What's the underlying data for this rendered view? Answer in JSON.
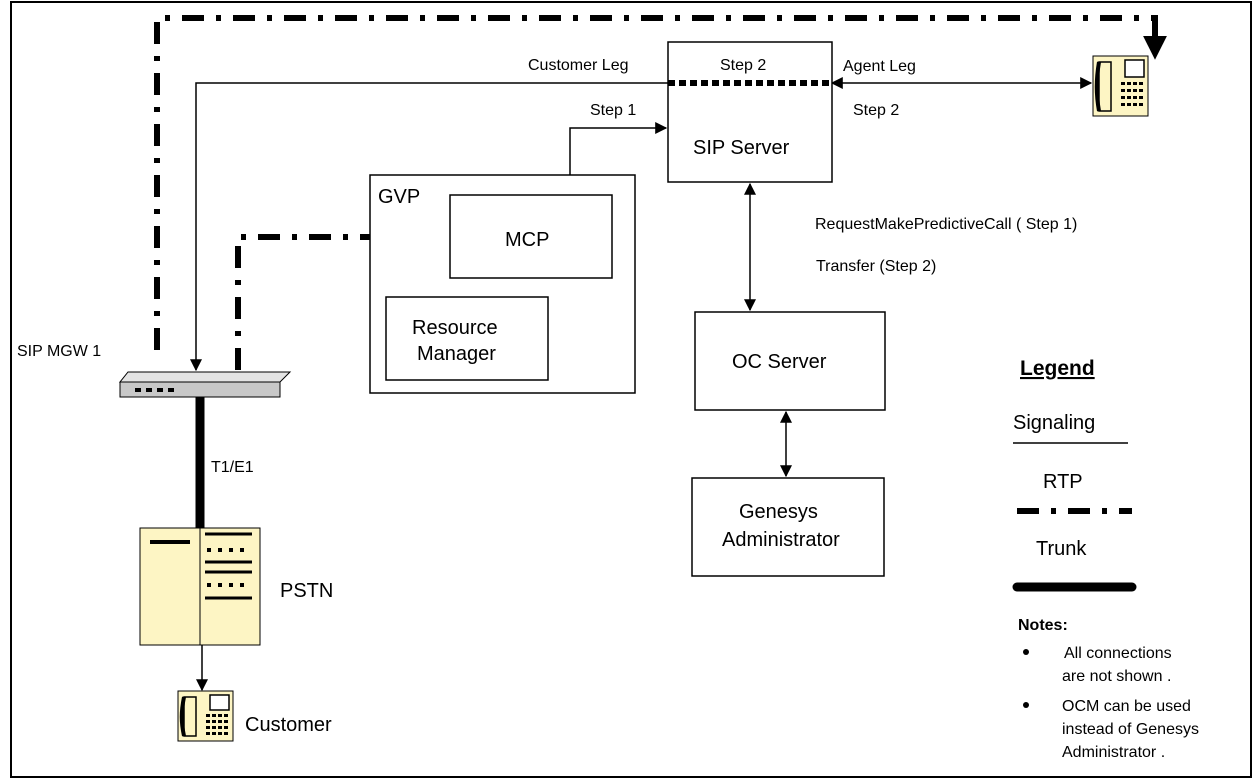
{
  "nodes": {
    "sip_server": "SIP Server",
    "gvp": "GVP",
    "mcp": "MCP",
    "resource_manager": [
      "Resource",
      "Manager"
    ],
    "oc_server": "OC Server",
    "genesys_admin": [
      "Genesys",
      "Administrator"
    ],
    "sip_mgw": "SIP MGW 1",
    "pstn": "PSTN",
    "customer": "Customer"
  },
  "labels": {
    "customer_leg": "Customer Leg",
    "step2_top": "Step 2",
    "agent_leg": "Agent Leg",
    "step2_right": "Step 2",
    "step1": "Step 1",
    "request_call": "RequestMakePredictiveCall ( Step 1)",
    "transfer": "Transfer (Step 2)",
    "t1e1": "T1/E1"
  },
  "legend": {
    "title": "Legend",
    "signaling": "Signaling",
    "rtp": "RTP",
    "trunk": "Trunk"
  },
  "notes": {
    "title": "Notes:",
    "note1": [
      "All connections",
      "are not shown ."
    ],
    "note2": [
      "OCM can be used",
      "instead of Genesys",
      "Administrator ."
    ]
  },
  "icons": {
    "agent_phone": "telephone-icon",
    "customer_phone": "telephone-icon",
    "gateway": "media-gateway-icon",
    "pstn_switch": "pstn-switch-icon"
  },
  "colors": {
    "device_fill": "#fdf5c4",
    "gateway_fill": "#c8c8c8",
    "line": "#000000"
  }
}
